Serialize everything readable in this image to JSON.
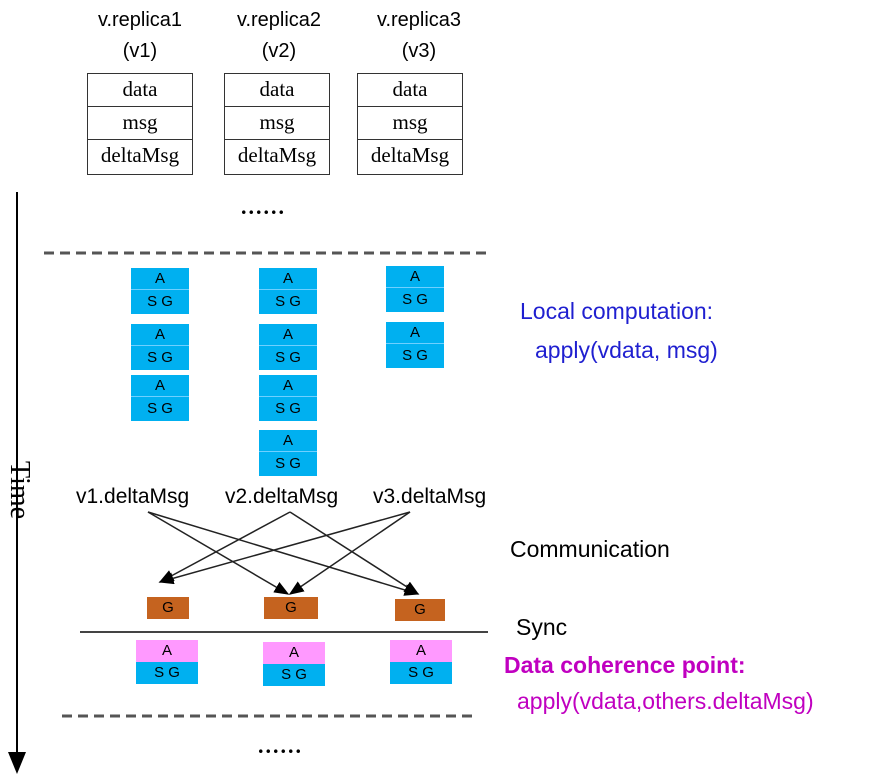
{
  "replicas": [
    {
      "name": "v.replica1",
      "alias": "(v1)"
    },
    {
      "name": "v.replica2",
      "alias": "(v2)"
    },
    {
      "name": "v.replica3",
      "alias": "(v3)"
    }
  ],
  "table_rows": [
    "data",
    "msg",
    "deltaMsg"
  ],
  "ellipsis": "......",
  "time_label": "Time",
  "block": {
    "top": "A",
    "bottom": "S G",
    "g": "G"
  },
  "local_computation": {
    "title": "Local computation:",
    "code": "apply(vdata, msg)"
  },
  "delta_labels": [
    "v1.deltaMsg",
    "v2.deltaMsg",
    "v3.deltaMsg"
  ],
  "communication": "Communication",
  "sync": "Sync",
  "coherence": {
    "title": "Data coherence point:",
    "code": "apply(vdata,others.deltaMsg)"
  },
  "colors": {
    "block_blue": "#00b0f0",
    "block_pink": "#ff99ff",
    "block_orange": "#c5631f",
    "local_text": "#1f1fd0",
    "coherence_text": "#c000c0"
  }
}
